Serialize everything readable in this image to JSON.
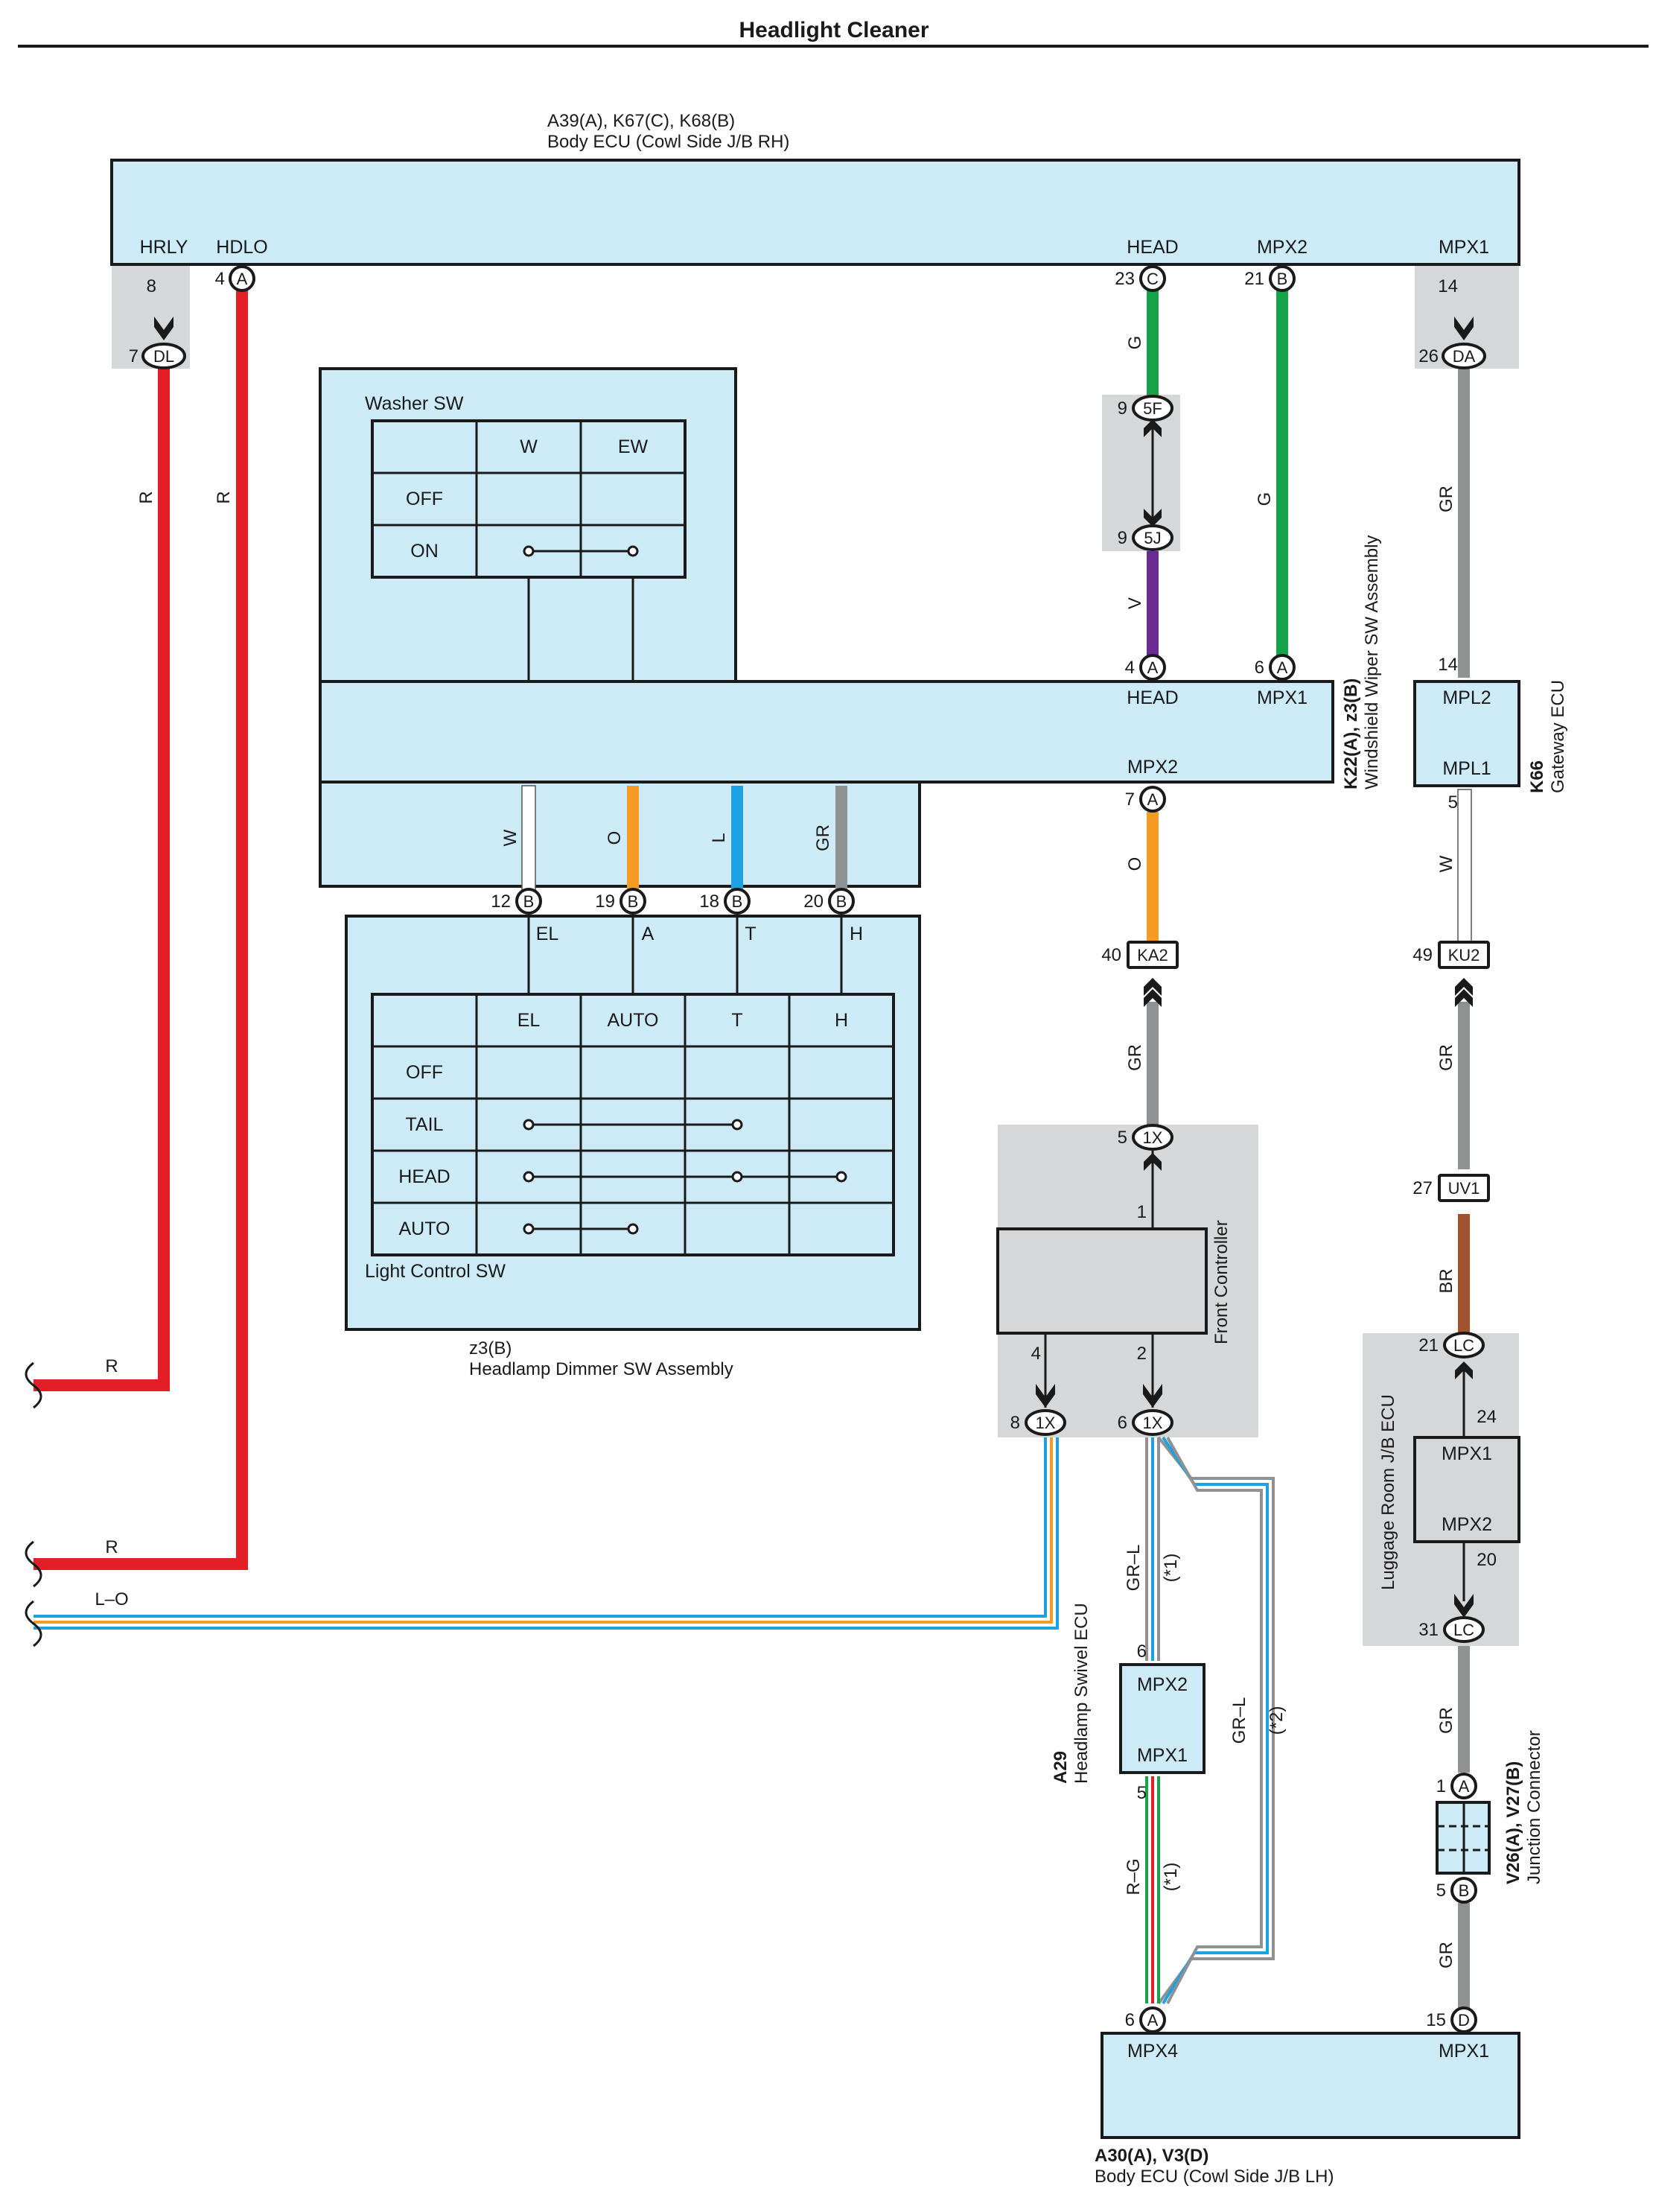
{
  "title": "Headlight Cleaner",
  "colors": {
    "ecu_fill": "#cdeaf7",
    "shade_fill": "#d6d7d8",
    "wire_red": "#e31e26",
    "wire_green": "#16a34a",
    "wire_violet": "#6b2c91",
    "wire_gray": "#8f9193",
    "wire_orange": "#f59a23",
    "wire_blue": "#1da1e2",
    "wire_white": "#ffffff",
    "wire_brown": "#a0522d"
  },
  "body_ecu_rh": {
    "ref": "A39(A), K67(C), K68(B)",
    "name": "Body ECU (Cowl Side J/B RH)",
    "terminals": {
      "hrly": "HRLY",
      "hdlo": "HDLO",
      "head": "HEAD",
      "mpx2": "MPX2",
      "mpx1": "MPX1"
    }
  },
  "pins": {
    "p8": "8",
    "p7": "7",
    "p4": "4",
    "p23": "23",
    "p21": "21",
    "p14": "14",
    "p26": "26",
    "p9a": "9",
    "p9b": "9",
    "p4b": "4",
    "p6": "6",
    "p14b": "14",
    "p7b": "7",
    "p5": "5",
    "p12": "12",
    "p19": "19",
    "p18": "18",
    "p20": "20",
    "p40": "40",
    "p49": "49",
    "p5b": "5",
    "p1": "1",
    "p27": "27",
    "p4c": "4",
    "p2": "2",
    "p8b": "8",
    "p6b": "6",
    "p21b": "21",
    "p24": "24",
    "p20b": "20",
    "p31": "31",
    "p6c": "6",
    "p5c": "5",
    "p1b": "1",
    "p5d": "5",
    "p6d": "6",
    "p15": "15"
  },
  "connectors": {
    "dl": "DL",
    "a1": "A",
    "c": "C",
    "b1": "B",
    "da": "DA",
    "c5f": "5F",
    "c5j": "5J",
    "a2": "A",
    "a3": "A",
    "a4": "A",
    "b2": "B",
    "b3": "B",
    "b4": "B",
    "b5": "B",
    "ka2": "KA2",
    "ku2": "KU2",
    "x1a": "1X",
    "uv1": "UV1",
    "x1b": "1X",
    "x1c": "1X",
    "lc1": "LC",
    "lc2": "LC",
    "a5": "A",
    "b6": "B",
    "a6": "A",
    "d": "D"
  },
  "washer_sw": {
    "title": "Washer SW",
    "columns": [
      "W",
      "EW"
    ],
    "rows": [
      "OFF",
      "ON"
    ]
  },
  "wiper_assy": {
    "ref": "K22(A), z3(B)",
    "name": "Windshield Wiper SW Assembly",
    "terminals": {
      "head": "HEAD",
      "mpx1": "MPX1",
      "mpx2": "MPX2"
    }
  },
  "gateway_ecu": {
    "ref": "K66",
    "name": "Gateway ECU",
    "terminals": {
      "mpl2": "MPL2",
      "mpl1": "MPL1"
    }
  },
  "light_control": {
    "title": "Light Control SW",
    "terms": [
      "EL",
      "A",
      "T",
      "H"
    ],
    "columns": [
      "EL",
      "AUTO",
      "T",
      "H"
    ],
    "rows": [
      "OFF",
      "TAIL",
      "HEAD",
      "AUTO"
    ]
  },
  "dimmer_assy": {
    "ref": "z3(B)",
    "name": "Headlamp Dimmer SW Assembly"
  },
  "front_controller": {
    "name": "Front Controller"
  },
  "luggage_ecu": {
    "name": "Luggage Room J/B ECU",
    "terminals": {
      "mpx1": "MPX1",
      "mpx2": "MPX2"
    }
  },
  "swivel_ecu": {
    "ref": "A29",
    "name": "Headlamp Swivel ECU",
    "terminals": {
      "mpx2": "MPX2",
      "mpx1": "MPX1"
    }
  },
  "junction": {
    "ref": "V26(A), V27(B)",
    "name": "Junction Connector"
  },
  "body_ecu_lh": {
    "ref": "A30(A), V3(D)",
    "name": "Body ECU (Cowl Side J/B LH)",
    "terminals": {
      "mpx4": "MPX4",
      "mpx1": "MPX1"
    }
  },
  "wire_labels": {
    "r1": "R",
    "r2": "R",
    "r3": "R",
    "r4": "R",
    "lo": "L–O",
    "g1": "G",
    "g2": "G",
    "v": "V",
    "gr1": "GR",
    "w1": "W",
    "o1": "O",
    "l1": "L",
    "gr2": "GR",
    "o2": "O",
    "w2": "W",
    "gr3": "GR",
    "gr4": "GR",
    "br": "BR",
    "grl1": "GR–L",
    "n1": "(*1)",
    "grl2": "GR–L",
    "n2": "(*2)",
    "gr_lower1": "R–G",
    "n3": "(*1)",
    "gr5": "GR",
    "gr6": "GR"
  }
}
